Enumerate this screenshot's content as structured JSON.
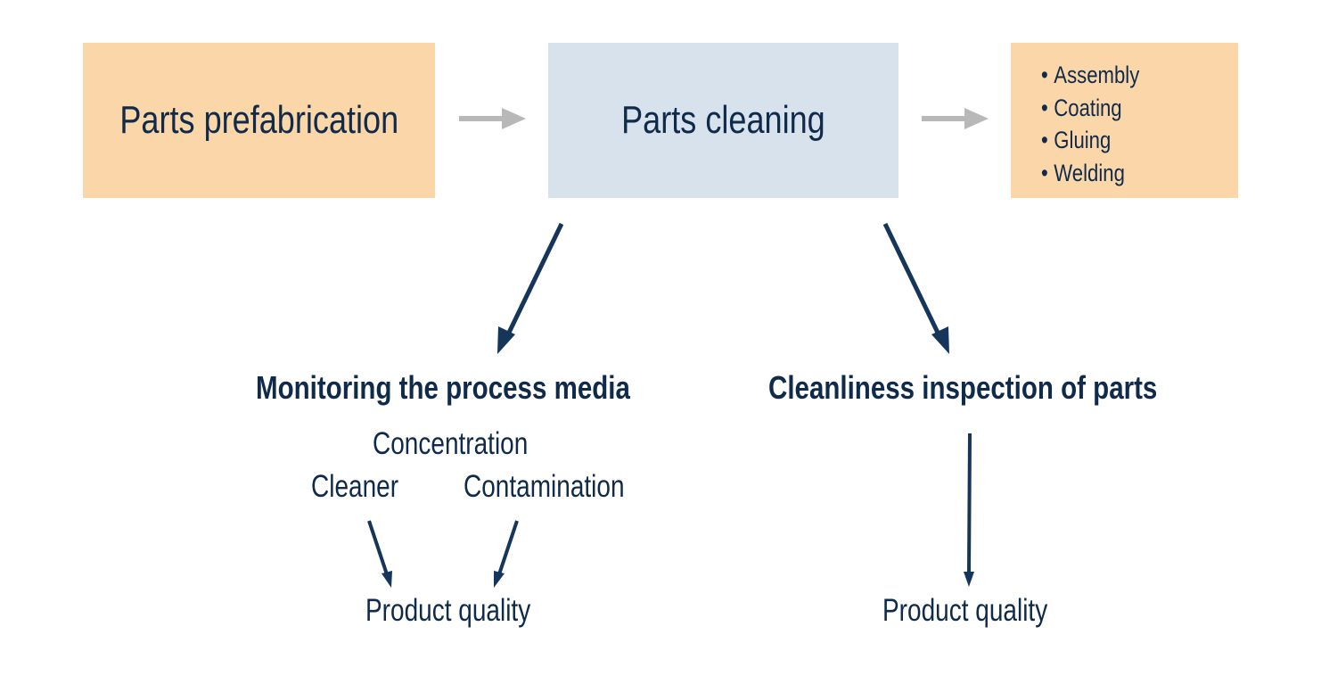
{
  "flow": {
    "step1": "Parts prefabrication",
    "step2": "Parts cleaning",
    "step3_items": [
      "Assembly",
      "Coating",
      "Gluing",
      "Welding"
    ]
  },
  "left_branch": {
    "heading": "Monitoring the process media",
    "factor_top": "Concentration",
    "factor_left": "Cleaner",
    "factor_right": "Contamination",
    "result": "Product quality"
  },
  "right_branch": {
    "heading": "Cleanliness inspection of parts",
    "result": "Product quality"
  },
  "colors": {
    "orange_box": "#fad6a8",
    "blue_box": "#d8e2ec",
    "text": "#0f2a4a",
    "gray_arrow": "#b8b8b8",
    "dark_arrow": "#15355a"
  },
  "icons": {
    "bullet": "•"
  }
}
